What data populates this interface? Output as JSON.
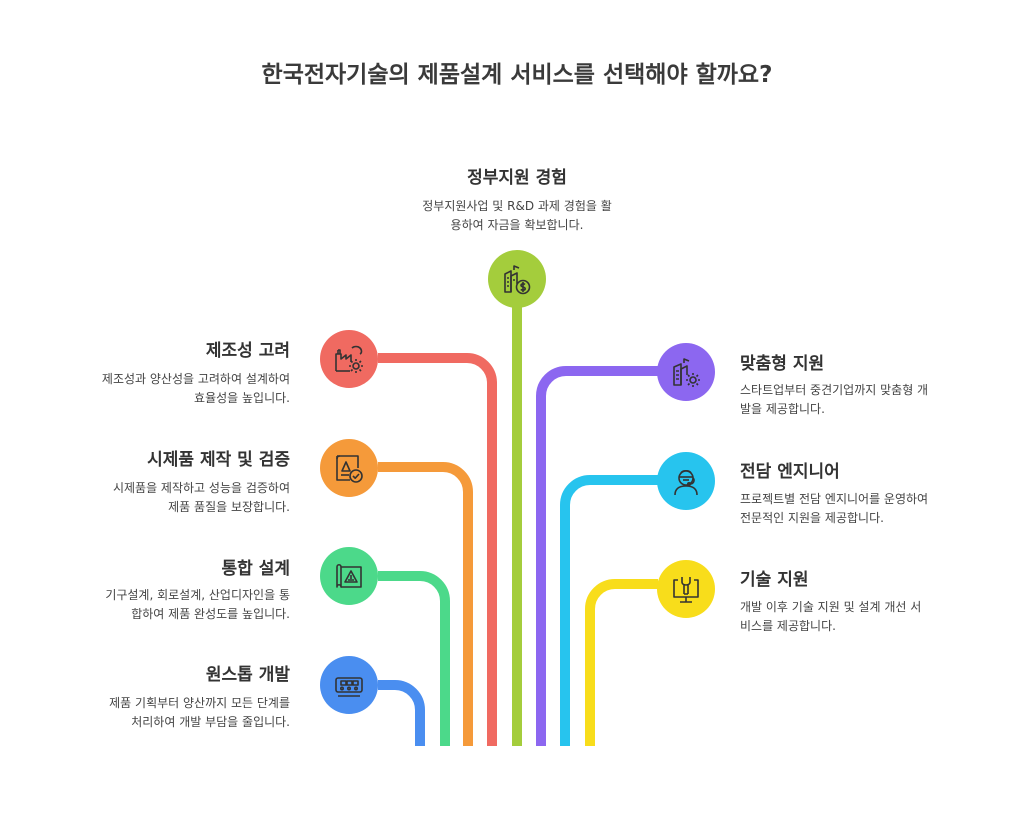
{
  "title": "한국전자기술의 제품설계 서비스를 선택해야 할까요?",
  "items": [
    {
      "key": "gov",
      "title": "정부지원 경험",
      "desc": [
        "정부지원사업 및 R&D 과제 경험을 활",
        "용하여 자금을 확보합니다."
      ],
      "color": "#a4cd3c",
      "icon": "building-money-icon"
    },
    {
      "key": "mfg",
      "title": "제조성 고려",
      "desc": [
        "제조성과 양산성을 고려하여 설계하여",
        "효율성을 높입니다."
      ],
      "color": "#f06a61",
      "icon": "factory-gear-icon"
    },
    {
      "key": "proto",
      "title": "시제품 제작 및 검증",
      "desc": [
        "시제품을 제작하고 성능을 검증하여",
        "제품 품질을 보장합니다."
      ],
      "color": "#f59a3a",
      "icon": "blueprint-check-icon"
    },
    {
      "key": "integ",
      "title": "통합 설계",
      "desc": [
        "기구설계, 회로설계, 산업디자인을 통",
        "합하여 제품 완성도를 높입니다."
      ],
      "color": "#4cd98a",
      "icon": "blueprint-icon"
    },
    {
      "key": "onestop",
      "title": "원스톱 개발",
      "desc": [
        "제품 기획부터 양산까지 모든 단계를",
        "처리하여 개발 부담을 줄입니다."
      ],
      "color": "#4a8ef0",
      "icon": "conveyor-icon"
    },
    {
      "key": "custom",
      "title": "맞춤형 지원",
      "desc": [
        "스타트업부터 중견기업까지 맞춤형 개",
        "발을 제공합니다."
      ],
      "color": "#8c67f0",
      "icon": "building-gear-icon"
    },
    {
      "key": "eng",
      "title": "전담 엔지니어",
      "desc": [
        "프로젝트별 전담 엔지니어를 운영하여",
        "전문적인 지원을 제공합니다."
      ],
      "color": "#27c4ee",
      "icon": "engineer-icon"
    },
    {
      "key": "tech",
      "title": "기술 지원",
      "desc": [
        "개발 이후 기술 지원 및 설계 개선 서",
        "비스를 제공합니다."
      ],
      "color": "#f8dd1b",
      "icon": "monitor-wrench-icon"
    }
  ]
}
